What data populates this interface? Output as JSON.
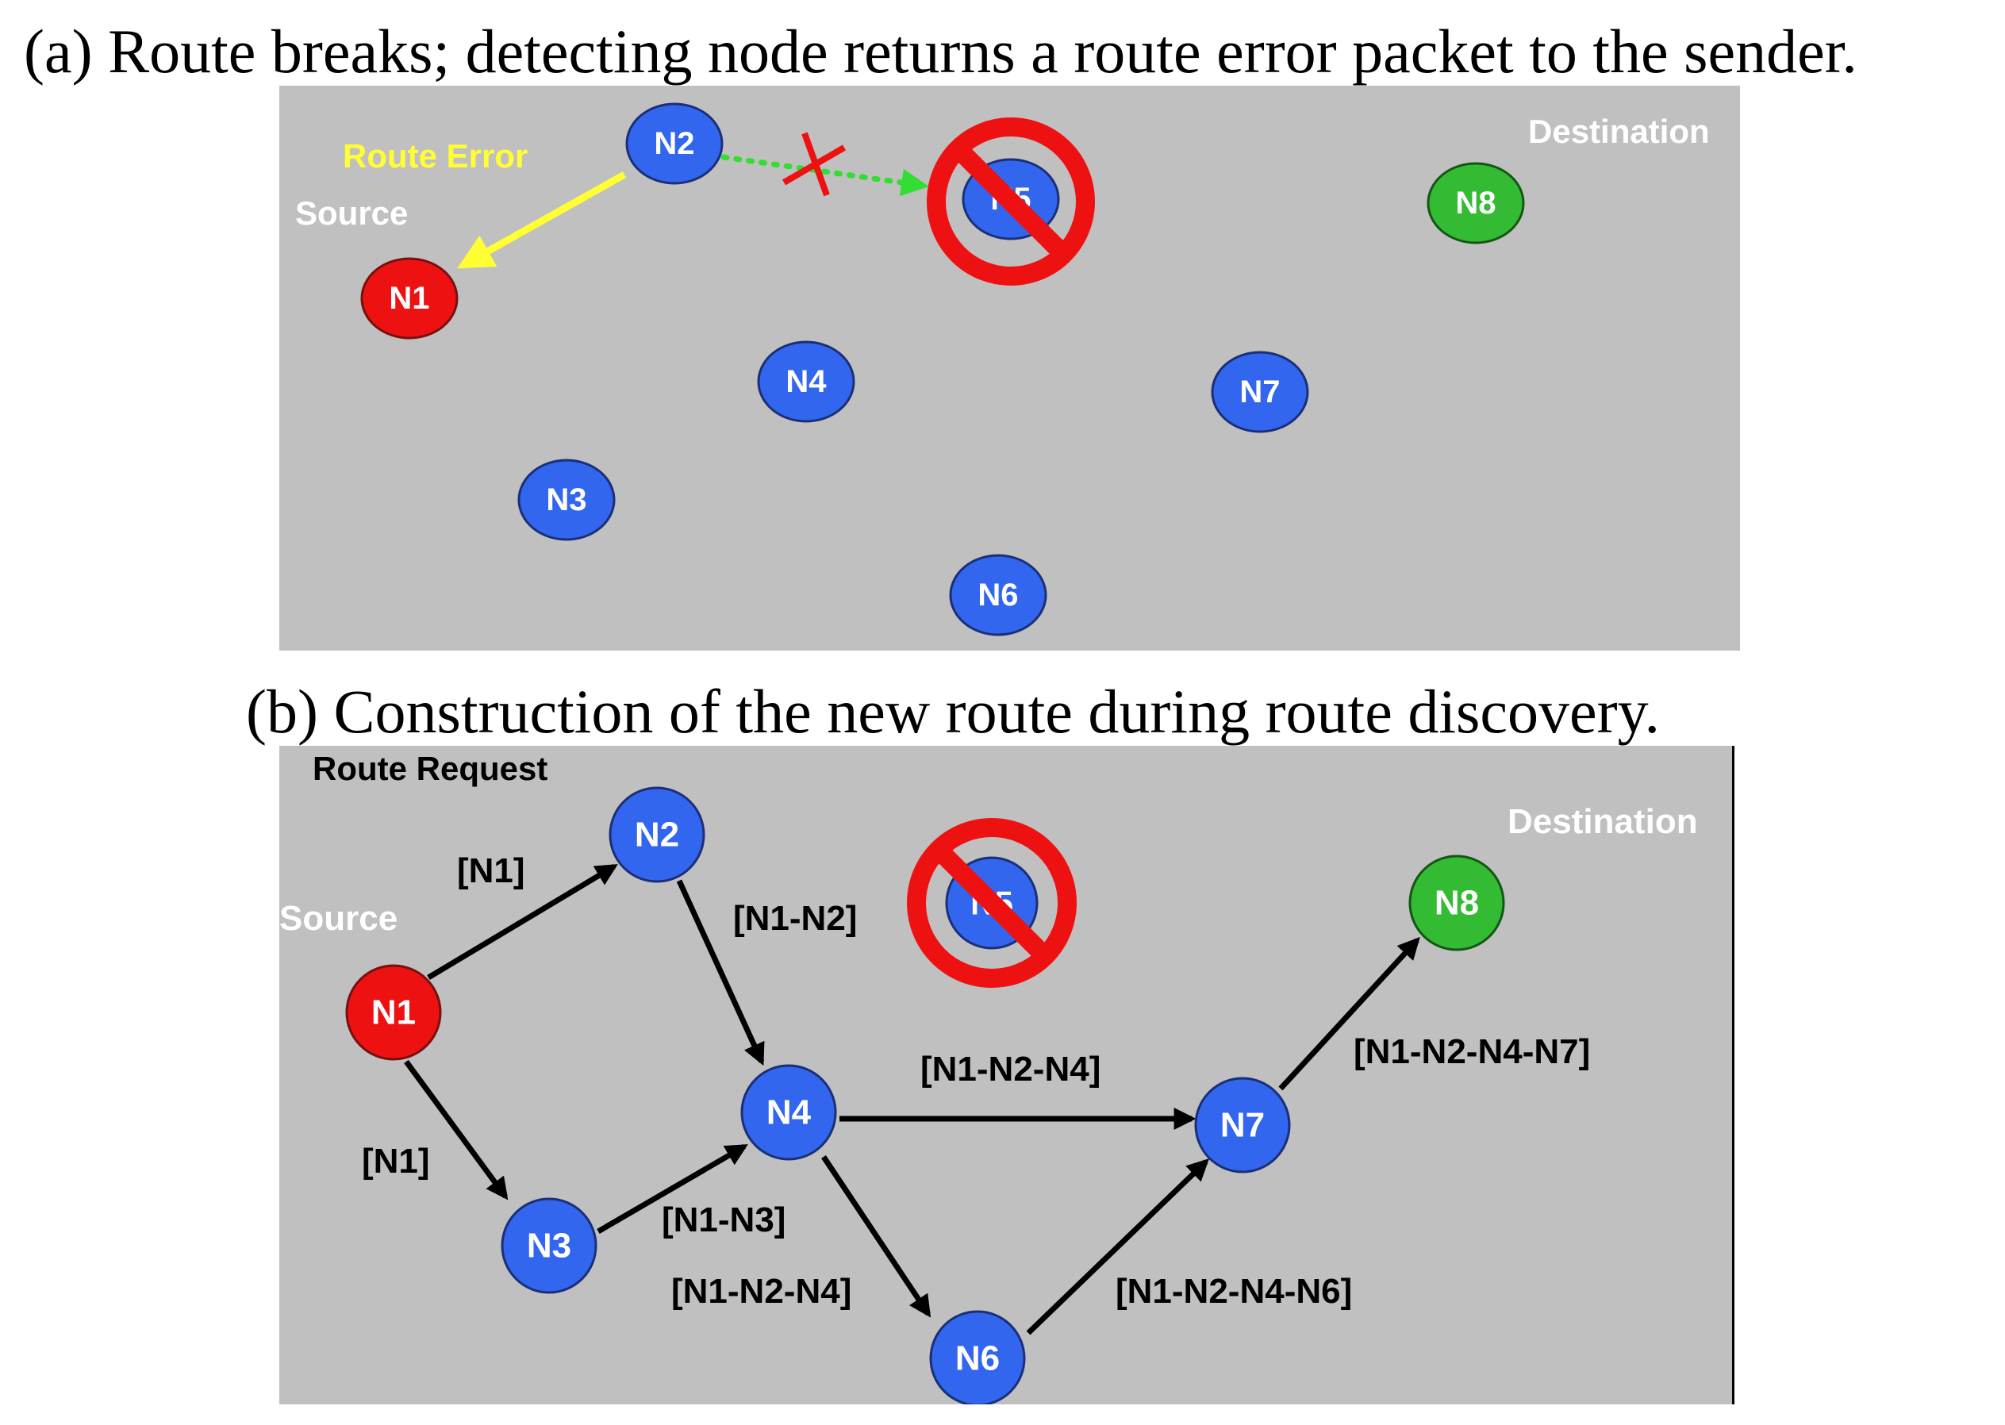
{
  "captions": {
    "a": "(a) Route breaks; detecting node returns a route error packet to the sender.",
    "b": "(b) Construction of the new route during route discovery."
  },
  "colors": {
    "background_panel": "#c0c0c0",
    "node_blue": "#3366ee",
    "node_red": "#ee1111",
    "node_green": "#33bb33",
    "route_error_arrow": "#ffff33",
    "broken_link": "#33dd33",
    "break_cross": "#ee1111",
    "forbidden_sign": "#ee1111",
    "request_arrow": "#000000"
  },
  "panel_a": {
    "labels": {
      "route_error": "Route Error",
      "source": "Source",
      "destination": "Destination"
    },
    "nodes": {
      "N1": "N1",
      "N2": "N2",
      "N3": "N3",
      "N4": "N4",
      "N5": "N5",
      "N6": "N6",
      "N7": "N7",
      "N8": "N8"
    }
  },
  "panel_b": {
    "labels": {
      "route_request": "Route Request",
      "source": "Source",
      "destination": "Destination"
    },
    "nodes": {
      "N1": "N1",
      "N2": "N2",
      "N3": "N3",
      "N4": "N4",
      "N5": "N5",
      "N6": "N6",
      "N7": "N7",
      "N8": "N8"
    },
    "edge_labels": {
      "n1_n2": "[N1]",
      "n1_n3": "[N1]",
      "n2_n4": "[N1-N2]",
      "n3_n4": "[N1-N3]",
      "n4_n7": "[N1-N2-N4]",
      "n4_n6": "[N1-N2-N4]",
      "n6_n7": "[N1-N2-N4-N6]",
      "n7_n8": "[N1-N2-N4-N7]"
    }
  }
}
